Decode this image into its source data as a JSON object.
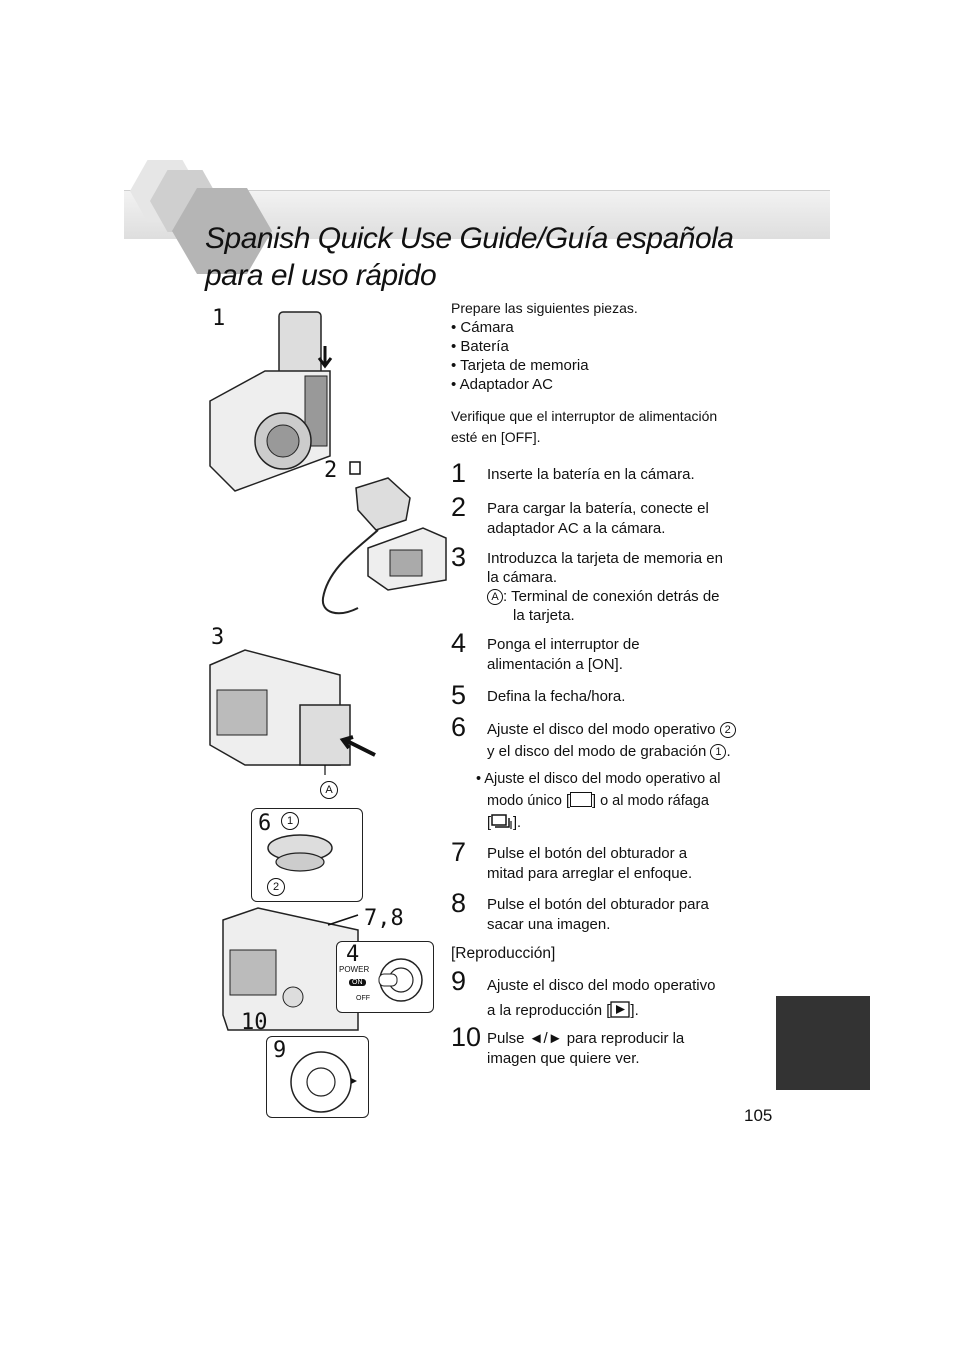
{
  "title": {
    "line1": "Spanish Quick Use Guide/Guía española",
    "line2": "para el uso rápido"
  },
  "intro": {
    "prepare": "Prepare las siguientes piezas.",
    "items": [
      "• Cámara",
      "• Batería",
      "• Tarjeta de memoria",
      "• Adaptador AC"
    ],
    "verify_line1": "Verifique que el interruptor de alimentación",
    "verify_line2": "esté en [OFF]."
  },
  "steps": [
    {
      "num": "1",
      "lines": [
        "Inserte la batería en la cámara."
      ]
    },
    {
      "num": "2",
      "lines": [
        "Para cargar la batería, conecte el",
        "adaptador AC a la cámara."
      ]
    },
    {
      "num": "3",
      "lines": [
        "Introduzca la tarjeta de memoria en",
        "la cámara."
      ],
      "note_marker": "A",
      "note_line1": ": Terminal de conexión detrás de",
      "note_line2": "la tarjeta."
    },
    {
      "num": "4",
      "lines": [
        "Ponga el interruptor de",
        "alimentación a [ON]."
      ]
    },
    {
      "num": "5",
      "lines": [
        "Defina la fecha/hora."
      ]
    },
    {
      "num": "6",
      "line1": "Ajuste el disco del modo operativo",
      "marker1": "2",
      "line2": "y el disco del modo de grabación",
      "marker2": "1",
      "line2_end": ".",
      "bullet_line1": "• Ajuste el disco del modo operativo al",
      "bullet_line2_a": "modo único [",
      "bullet_line2_b": "] o al modo ráfaga",
      "bullet_line3_a": "[",
      "bullet_line3_b": "]."
    },
    {
      "num": "7",
      "lines": [
        "Pulse el botón del obturador a",
        "mitad para arreglar el enfoque."
      ]
    },
    {
      "num": "8",
      "lines": [
        "Pulse el botón del obturador para",
        "sacar una imagen."
      ]
    },
    {
      "section": "[Reproducción]"
    },
    {
      "num": "9",
      "line1": "Ajuste el disco del modo operativo",
      "line2_a": "a la reproducción [",
      "line2_b": "]."
    },
    {
      "num": "10",
      "line1": "Pulse ◄/► para reproducir la",
      "line2": "imagen que quiere ver."
    }
  ],
  "figure_labels": {
    "l1": "1",
    "l2": "2",
    "l3": "3",
    "lA": "A",
    "l6": "6",
    "l6c1": "1",
    "l6c2": "2",
    "l78": "7,8",
    "l4": "4",
    "power": "POWER",
    "on": "ON",
    "off": "OFF",
    "l10": "10",
    "l9": "9"
  },
  "page_number": "105"
}
